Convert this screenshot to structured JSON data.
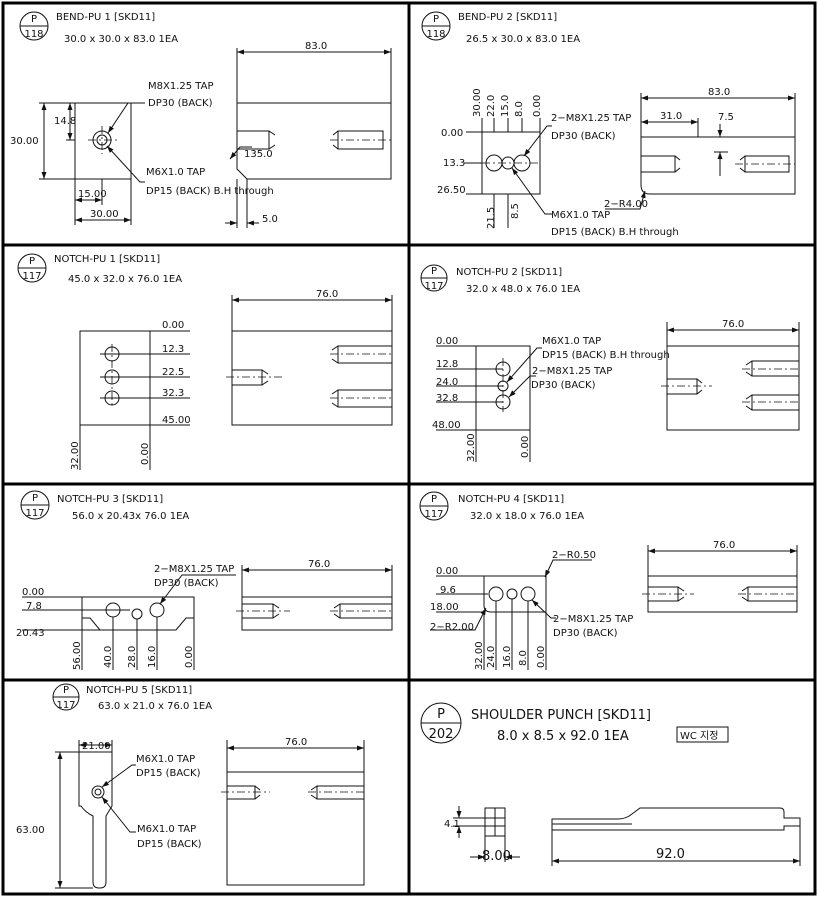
{
  "panels": {
    "bend1": {
      "p_no": "118",
      "title": "BEND-PU 1 [SKD11]",
      "size": "30.0  x   30.0  x   83.0   1EA",
      "dims": {
        "len": "83.0",
        "h14": "14.8",
        "h30": "30.00",
        "w15": "15.00",
        "w30": "30.00",
        "angle": "135.0",
        "five": "5.0"
      },
      "notes": {
        "tap1": "M8X1.25 TAP",
        "tap1b": "DP30 (BACK)",
        "tap2": "M6X1.0 TAP",
        "tap2b": "DP15 (BACK) B.H through"
      }
    },
    "bend2": {
      "p_no": "118",
      "title": "BEND-PU 2 [SKD11]",
      "size": "26.5  x   30.0  x   83.0   1EA",
      "dims": {
        "len": "83.0",
        "d31": "31.0",
        "d75": "7.5",
        "v0": "0.00",
        "v13": "13.3",
        "v26": "26.50",
        "x30": "30.00",
        "x22": "22.0",
        "x15": "15.0",
        "x8": "8.0",
        "x0": "0.00",
        "x215": "21.5",
        "x85": "8.5",
        "r4": "2−R4.00"
      },
      "notes": {
        "tap1": "2−M8X1.25 TAP",
        "tap1b": "DP30 (BACK)",
        "tap2": "M6X1.0 TAP",
        "tap2b": "DP15 (BACK) B.H through"
      }
    },
    "notch1": {
      "p_no": "117",
      "title": "NOTCH-PU 1 [SKD11]",
      "size": "45.0  x   32.0  x   76.0    1EA",
      "dims": {
        "len": "76.0",
        "y0": "0.00",
        "y12": "12.3",
        "y22": "22.5",
        "y32": "32.3",
        "y45": "45.00",
        "x32": "32.00",
        "x0": "0.00"
      }
    },
    "notch2": {
      "p_no": "117",
      "title": "NOTCH-PU 2 [SKD11]",
      "size": "32.0  x   48.0  x   76.0    1EA",
      "dims": {
        "len": "76.0",
        "y0": "0.00",
        "y12": "12.8",
        "y24": "24.0",
        "y32": "32.8",
        "y48": "48.00",
        "x32": "32.00",
        "x0": "0.00"
      },
      "notes": {
        "tap1": "M6X1.0 TAP",
        "tap1b": "DP15 (BACK) B.H through",
        "tap2": "2−M8X1.25 TAP",
        "tap2b": "DP30 (BACK)"
      }
    },
    "notch3": {
      "p_no": "117",
      "title": "NOTCH-PU 3 [SKD11]",
      "size": "56.0  x   20.43x    76.0    1EA",
      "dims": {
        "len": "76.0",
        "y0": "0.00",
        "y78": "7.8",
        "y20": "20.43",
        "x56": "56.00",
        "x40": "40.0",
        "x28": "28.0",
        "x16": "16.0",
        "x0": "0.00"
      },
      "notes": {
        "tap1": "2−M8X1.25 TAP",
        "tap1b": "DP30 (BACK)"
      }
    },
    "notch4": {
      "p_no": "117",
      "title": "NOTCH-PU 4 [SKD11]",
      "size": "32.0  x   18.0  x   76.0    1EA",
      "dims": {
        "len": "76.0",
        "y0": "0.00",
        "y96": "9.6",
        "y18": "18.00",
        "x32": "32.00",
        "x24": "24.0",
        "x16": "16.0",
        "x8": "8.0",
        "x0": "0.00",
        "r050": "2−R0.50",
        "r200": "2−R2.00"
      },
      "notes": {
        "tap1": "2−M8X1.25 TAP",
        "tap1b": "DP30 (BACK)"
      }
    },
    "notch5": {
      "p_no": "117",
      "title": "NOTCH-PU 5 [SKD11]",
      "size": "63.0  x   21.0  x   76.0    1EA",
      "dims": {
        "len": "76.0",
        "w21": "21.00",
        "h63": "63.00"
      },
      "notes": {
        "tap1": "M6X1.0 TAP",
        "tap1b": "DP15 (BACK)",
        "tap2": "M6X1.0 TAP",
        "tap2b": "DP15 (BACK)"
      }
    },
    "shoulder": {
      "p_no": "202",
      "title": "SHOULDER  PUNCH  [SKD11]",
      "size": "8.0  x     8.5  x    92.0    1EA",
      "wc": "WC 지정",
      "dims": {
        "len": "92.0",
        "w8": "8.00",
        "h4": "4.1"
      }
    }
  },
  "p_letter": "P"
}
